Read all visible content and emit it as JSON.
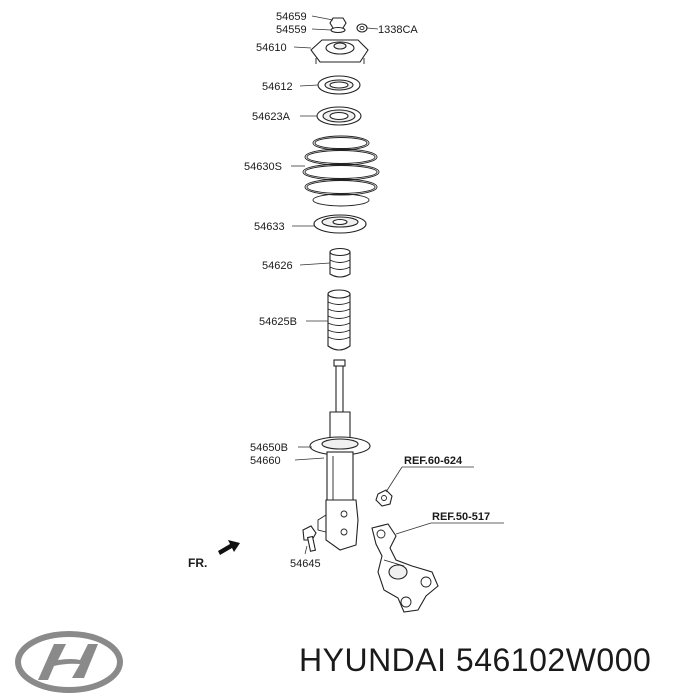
{
  "labels": {
    "p54659": "54659",
    "p54559": "54559",
    "p1338ca": "1338CA",
    "p54610": "54610",
    "p54612": "54612",
    "p54623a": "54623A",
    "p54630s": "54630S",
    "p54633": "54633",
    "p54626": "54626",
    "p54625b": "54625B",
    "p54650b": "54650B",
    "p54660": "54660",
    "p54645": "54645"
  },
  "refs": {
    "ref_upper": "REF.60-624",
    "ref_lower": "REF.50-517"
  },
  "direction": "FR.",
  "brand_line": "HYUNDAI 546102W000",
  "logo_icon": "hyundai-logo"
}
